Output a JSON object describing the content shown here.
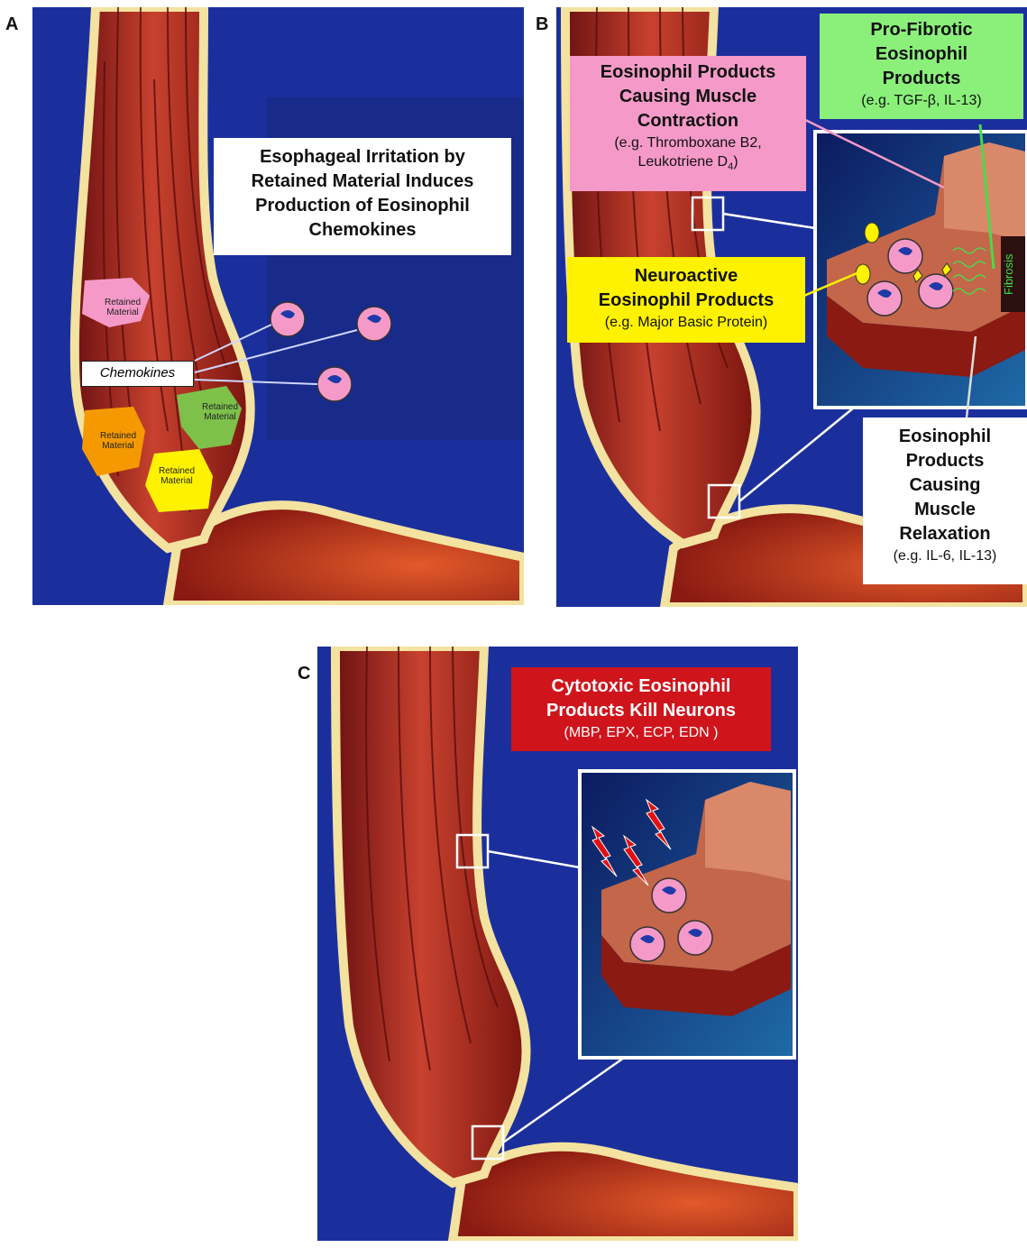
{
  "panels": {
    "a": {
      "letter": "A"
    },
    "b": {
      "letter": "B"
    },
    "c": {
      "letter": "C"
    }
  },
  "panel_a": {
    "irritation_label": [
      "Esophageal Irritation by",
      "Retained Material Induces",
      "Production of Eosinophil",
      "Chemokines"
    ],
    "chemokines": "Chemokines",
    "retained_material": [
      "Retained",
      "Material"
    ]
  },
  "panel_b": {
    "contraction": {
      "title": [
        "Eosinophil Products",
        "Causing Muscle",
        "Contraction"
      ],
      "examples": [
        "(e.g. Thromboxane B2,",
        "Leukotriene D",
        "4",
        ")"
      ]
    },
    "profibrotic": {
      "title": [
        "Pro-Fibrotic",
        "Eosinophil",
        "Products"
      ],
      "examples": "(e.g. TGF-β, IL-13)"
    },
    "neuroactive": {
      "title": [
        "Neuroactive",
        "Eosinophil Products"
      ],
      "examples": "(e.g. Major Basic Protein)"
    },
    "relaxation": {
      "title": [
        "Eosinophil",
        "Products",
        "Causing",
        "Muscle",
        "Relaxation"
      ],
      "examples": "(e.g. IL-6, IL-13)"
    },
    "fibrosis": "Fibrosis"
  },
  "panel_c": {
    "cytotoxic": {
      "title": [
        "Cytotoxic Eosinophil",
        "Products Kill Neurons"
      ],
      "examples": "(MBP, EPX, ECP, EDN )"
    }
  },
  "colors": {
    "background": "#1b2f9c",
    "muscle": "#a8231f",
    "lining": "#f3e2a0",
    "pink_box": "#f59ac8",
    "green_box": "#8af07a",
    "yellow_box": "#fff200",
    "red_box": "#d0141c"
  }
}
